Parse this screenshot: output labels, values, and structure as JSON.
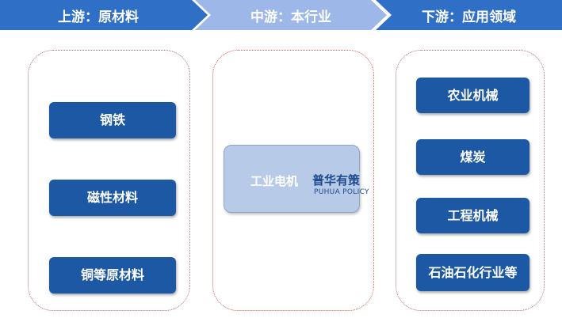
{
  "stages": {
    "upstream": "上游：原材料",
    "midstream": "中游：本行业",
    "downstream": "下游：应用领域"
  },
  "upstream_items": [
    "钢铁",
    "磁性材料",
    "铜等原材料"
  ],
  "midstream_item": "工业电机",
  "downstream_items": [
    "农业机械",
    "煤炭",
    "工程机械",
    "石油石化行业等"
  ],
  "watermark": {
    "cn": "普华有策",
    "en": "PUHUA POLICY"
  },
  "colors": {
    "dark_blue": "#1d58a4",
    "chevron_blue": "#2f6fc6",
    "chevron_light": "#9db8e8",
    "center_box": "#b7cbe9"
  }
}
